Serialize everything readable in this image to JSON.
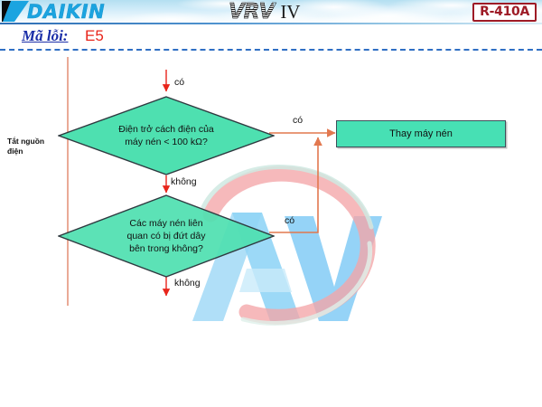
{
  "header": {
    "brand": "DAIKIN",
    "product_name": "VRV",
    "product_version": "IV",
    "refrigerant_badge": "R-410A",
    "logo_icon": "daikin-parallelogram-logo",
    "background": "sky-clouds"
  },
  "error_row": {
    "label": "Mã lỗi:",
    "code": "E5"
  },
  "flow": {
    "power_off_label": "Tắt nguồn điện",
    "decision_1": {
      "text": "Điện trở cách điện của máy nén < 100 kΩ?",
      "line1": "Điện trở cách điện của",
      "line2": "máy nén < 100 kΩ?",
      "yes_label": "có",
      "no_label": "không"
    },
    "decision_2": {
      "text": "Các máy nén liên quan có bị đứt dây bên trong không?",
      "line1": "Các máy nén liên",
      "line2": "quan có bị đứt dây",
      "line3": "bên trong không?",
      "yes_label": "có",
      "no_label": "không"
    },
    "entry_label": "có",
    "action_box": "Thay máy nén",
    "exit_label": "không"
  },
  "colors": {
    "diamond_fill": "#4ee0b0",
    "diamond_stroke": "#2f3a40",
    "box_fill": "#47e0b4",
    "connector": "#e2784f",
    "arrow_red": "#e8251b",
    "error_code": "#e8251b",
    "error_label": "#1a2ea8",
    "badge": "#9e1b26",
    "brand_blue": "#1ba4e0"
  }
}
